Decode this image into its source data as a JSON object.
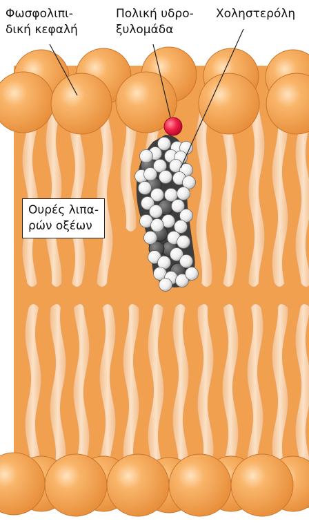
{
  "labels": {
    "phospholipid_head": [
      "Φωσφολιπι-",
      "δική κεφαλή"
    ],
    "polar_hydroxyl": [
      "Πολική υδρο-",
      "ξυλομάδα"
    ],
    "cholesterol": "Χοληστερόλη",
    "fatty_acid_tails": [
      "Ουρές λιπα-",
      "ρών οξέων"
    ]
  },
  "colors": {
    "membrane": "#f0a04e",
    "head": "#f4a757",
    "head_highlight": "#ffe1b8",
    "tail": "#f6cfa8",
    "hydroxyl": "#e4133c",
    "carbon": "#4a4a4a",
    "hydrogen": "#f4f4f4"
  }
}
